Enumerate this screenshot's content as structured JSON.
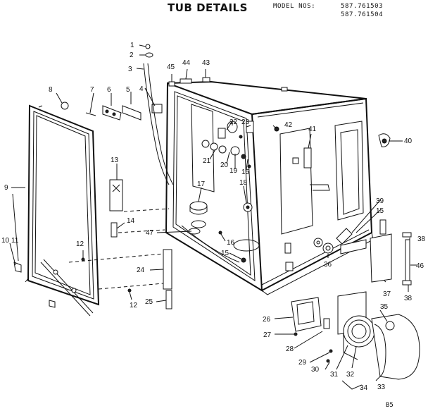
{
  "title": "TUB DETAILS",
  "model_label": "MODEL NOS:",
  "model_numbers": [
    "587.761503",
    "587.761504"
  ],
  "page_code": "B5",
  "callouts": [
    "1",
    "2",
    "3",
    "4",
    "5",
    "6",
    "7",
    "8",
    "9",
    "10",
    "11",
    "12",
    "12",
    "13",
    "14",
    "15",
    "15",
    "15",
    "16",
    "17",
    "18",
    "19",
    "20",
    "21",
    "22",
    "23",
    "24",
    "25",
    "26",
    "27",
    "28",
    "29",
    "30",
    "31",
    "32",
    "33",
    "34",
    "35",
    "36",
    "37",
    "38",
    "38",
    "39",
    "40",
    "41",
    "42",
    "43",
    "44",
    "45",
    "46",
    "47"
  ]
}
